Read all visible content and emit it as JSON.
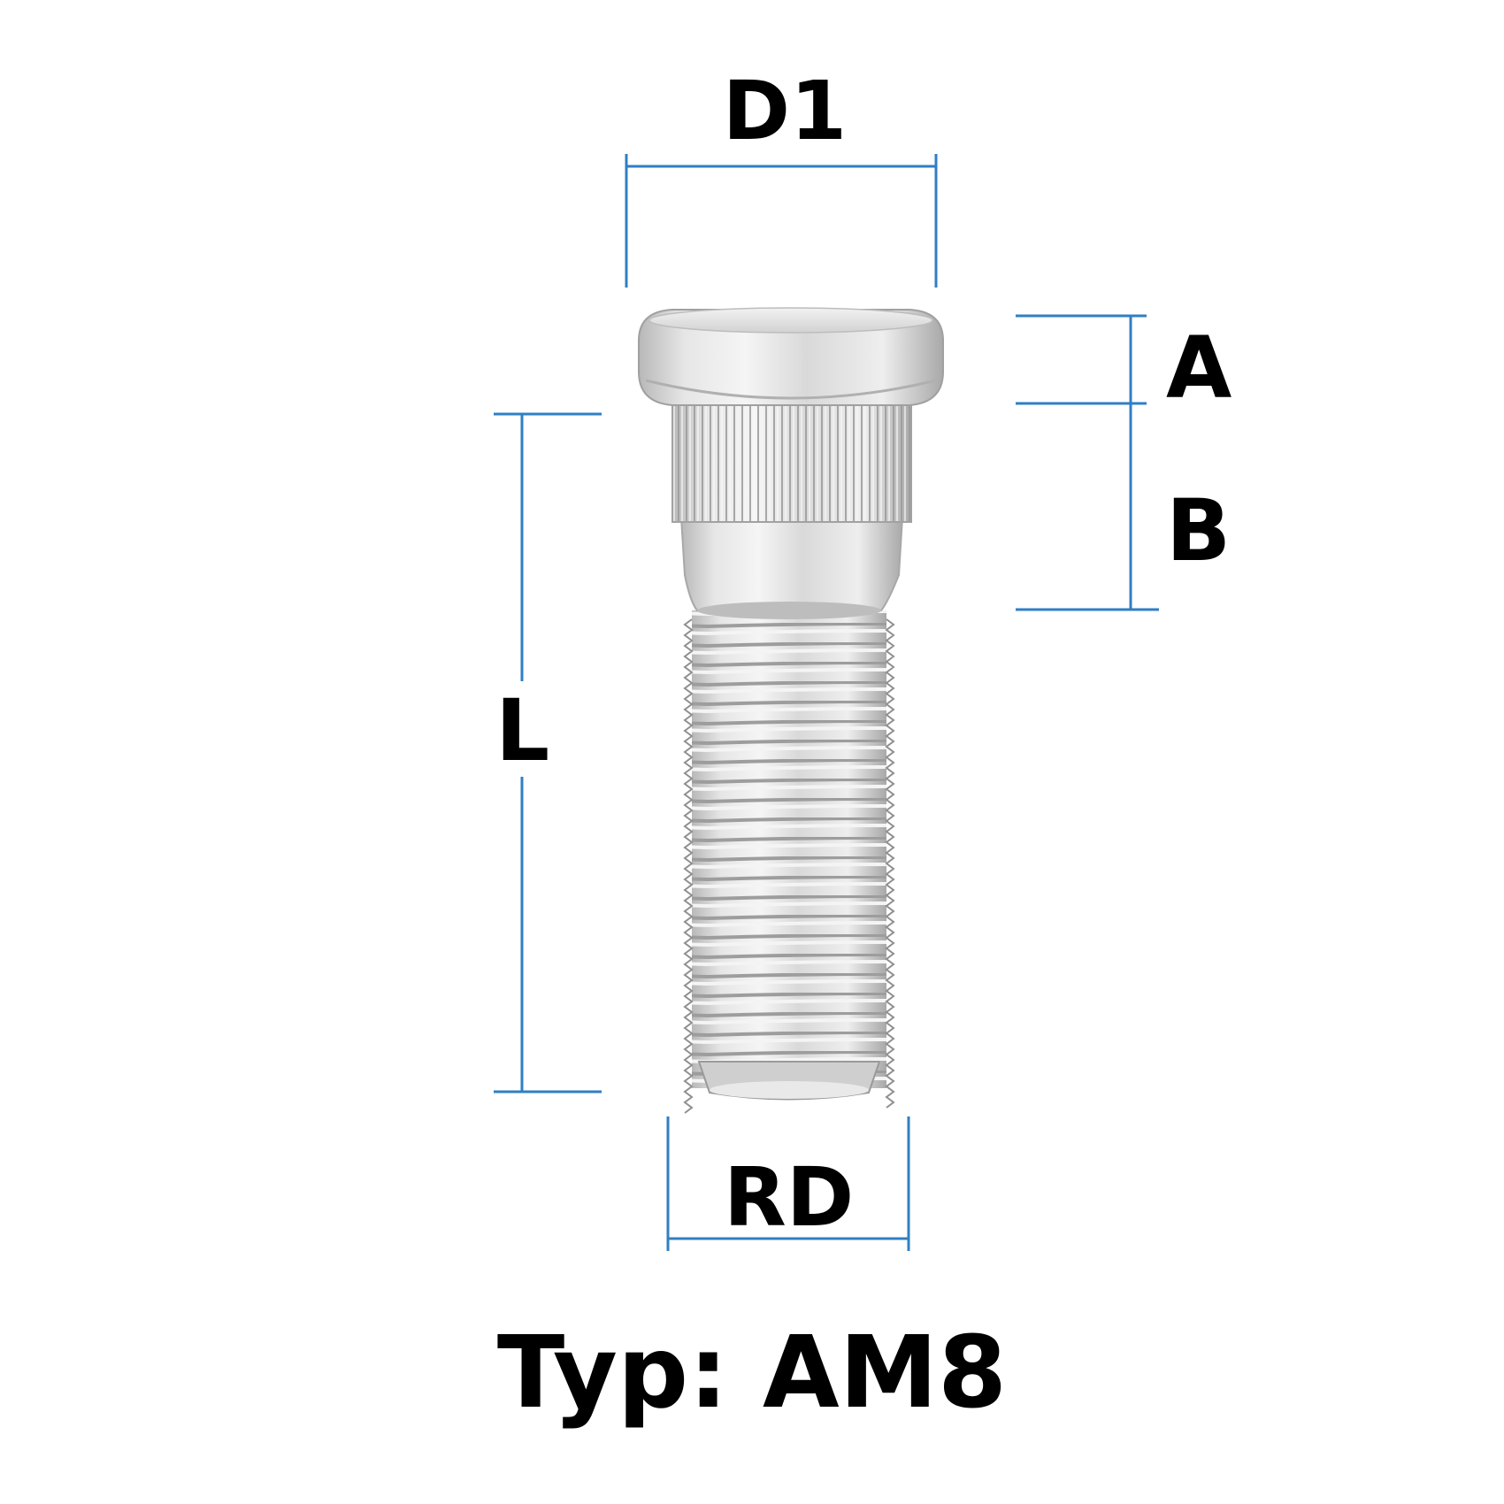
{
  "labels": {
    "d1": "D1",
    "a": "A",
    "b": "B",
    "l": "L",
    "rd": "RD"
  },
  "caption": "Typ: AM8",
  "colors": {
    "dimension_line": "#2f7fc4",
    "text": "#000000",
    "metal_light": "#e8e8e8",
    "metal_mid": "#c4c4c4",
    "metal_dark": "#8f8f8f"
  },
  "illustration": "wheel-stud-bolt"
}
